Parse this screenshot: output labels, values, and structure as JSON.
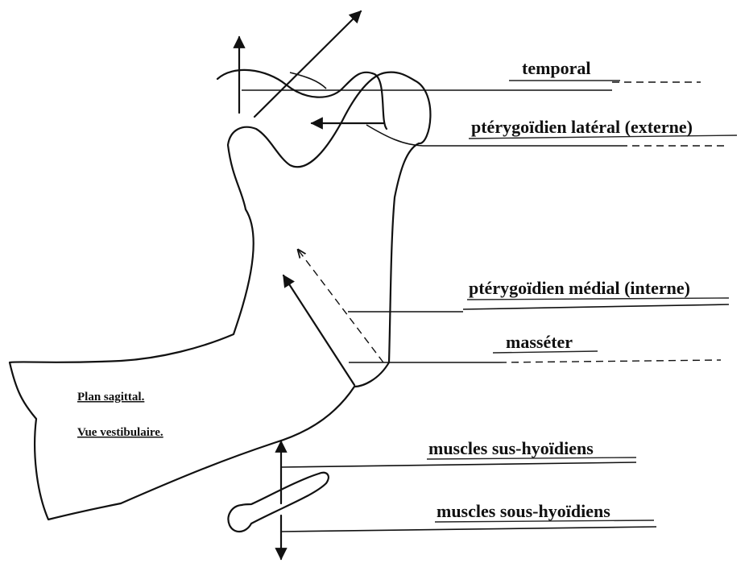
{
  "labels": {
    "temporal": "temporal",
    "pterygoidien_lateral": "ptérygoïdien latéral (externe)",
    "pterygoidien_medial": "ptérygoïdien médial (interne)",
    "masseter": "masséter",
    "sus_hyoidiens": "muscles sus-hyoïdiens",
    "sous_hyoidiens": "muscles sous-hyoïdiens"
  },
  "caption": {
    "plan": "Plan sagittal.",
    "vue": "Vue vestibulaire."
  }
}
